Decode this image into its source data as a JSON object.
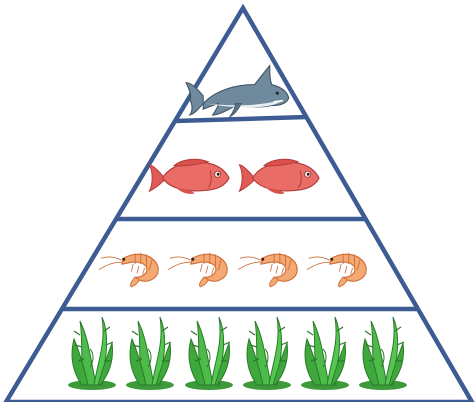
{
  "diagram": {
    "type": "food-pyramid",
    "outline_color": "#3d5c94",
    "levels": [
      {
        "level": "apex",
        "organism": "shark",
        "count": 1,
        "icon": "shark-icon",
        "color": "#6d8799"
      },
      {
        "level": "upper-middle",
        "organism": "red fish",
        "count": 2,
        "icon": "red-fish-icon",
        "color": "#e8645f"
      },
      {
        "level": "lower-middle",
        "organism": "shrimp",
        "count": 4,
        "icon": "shrimp-icon",
        "color": "#f0a070"
      },
      {
        "level": "base",
        "organism": "seaweed",
        "count": 6,
        "icon": "seaweed-icon",
        "color": "#3fa83c"
      }
    ]
  }
}
